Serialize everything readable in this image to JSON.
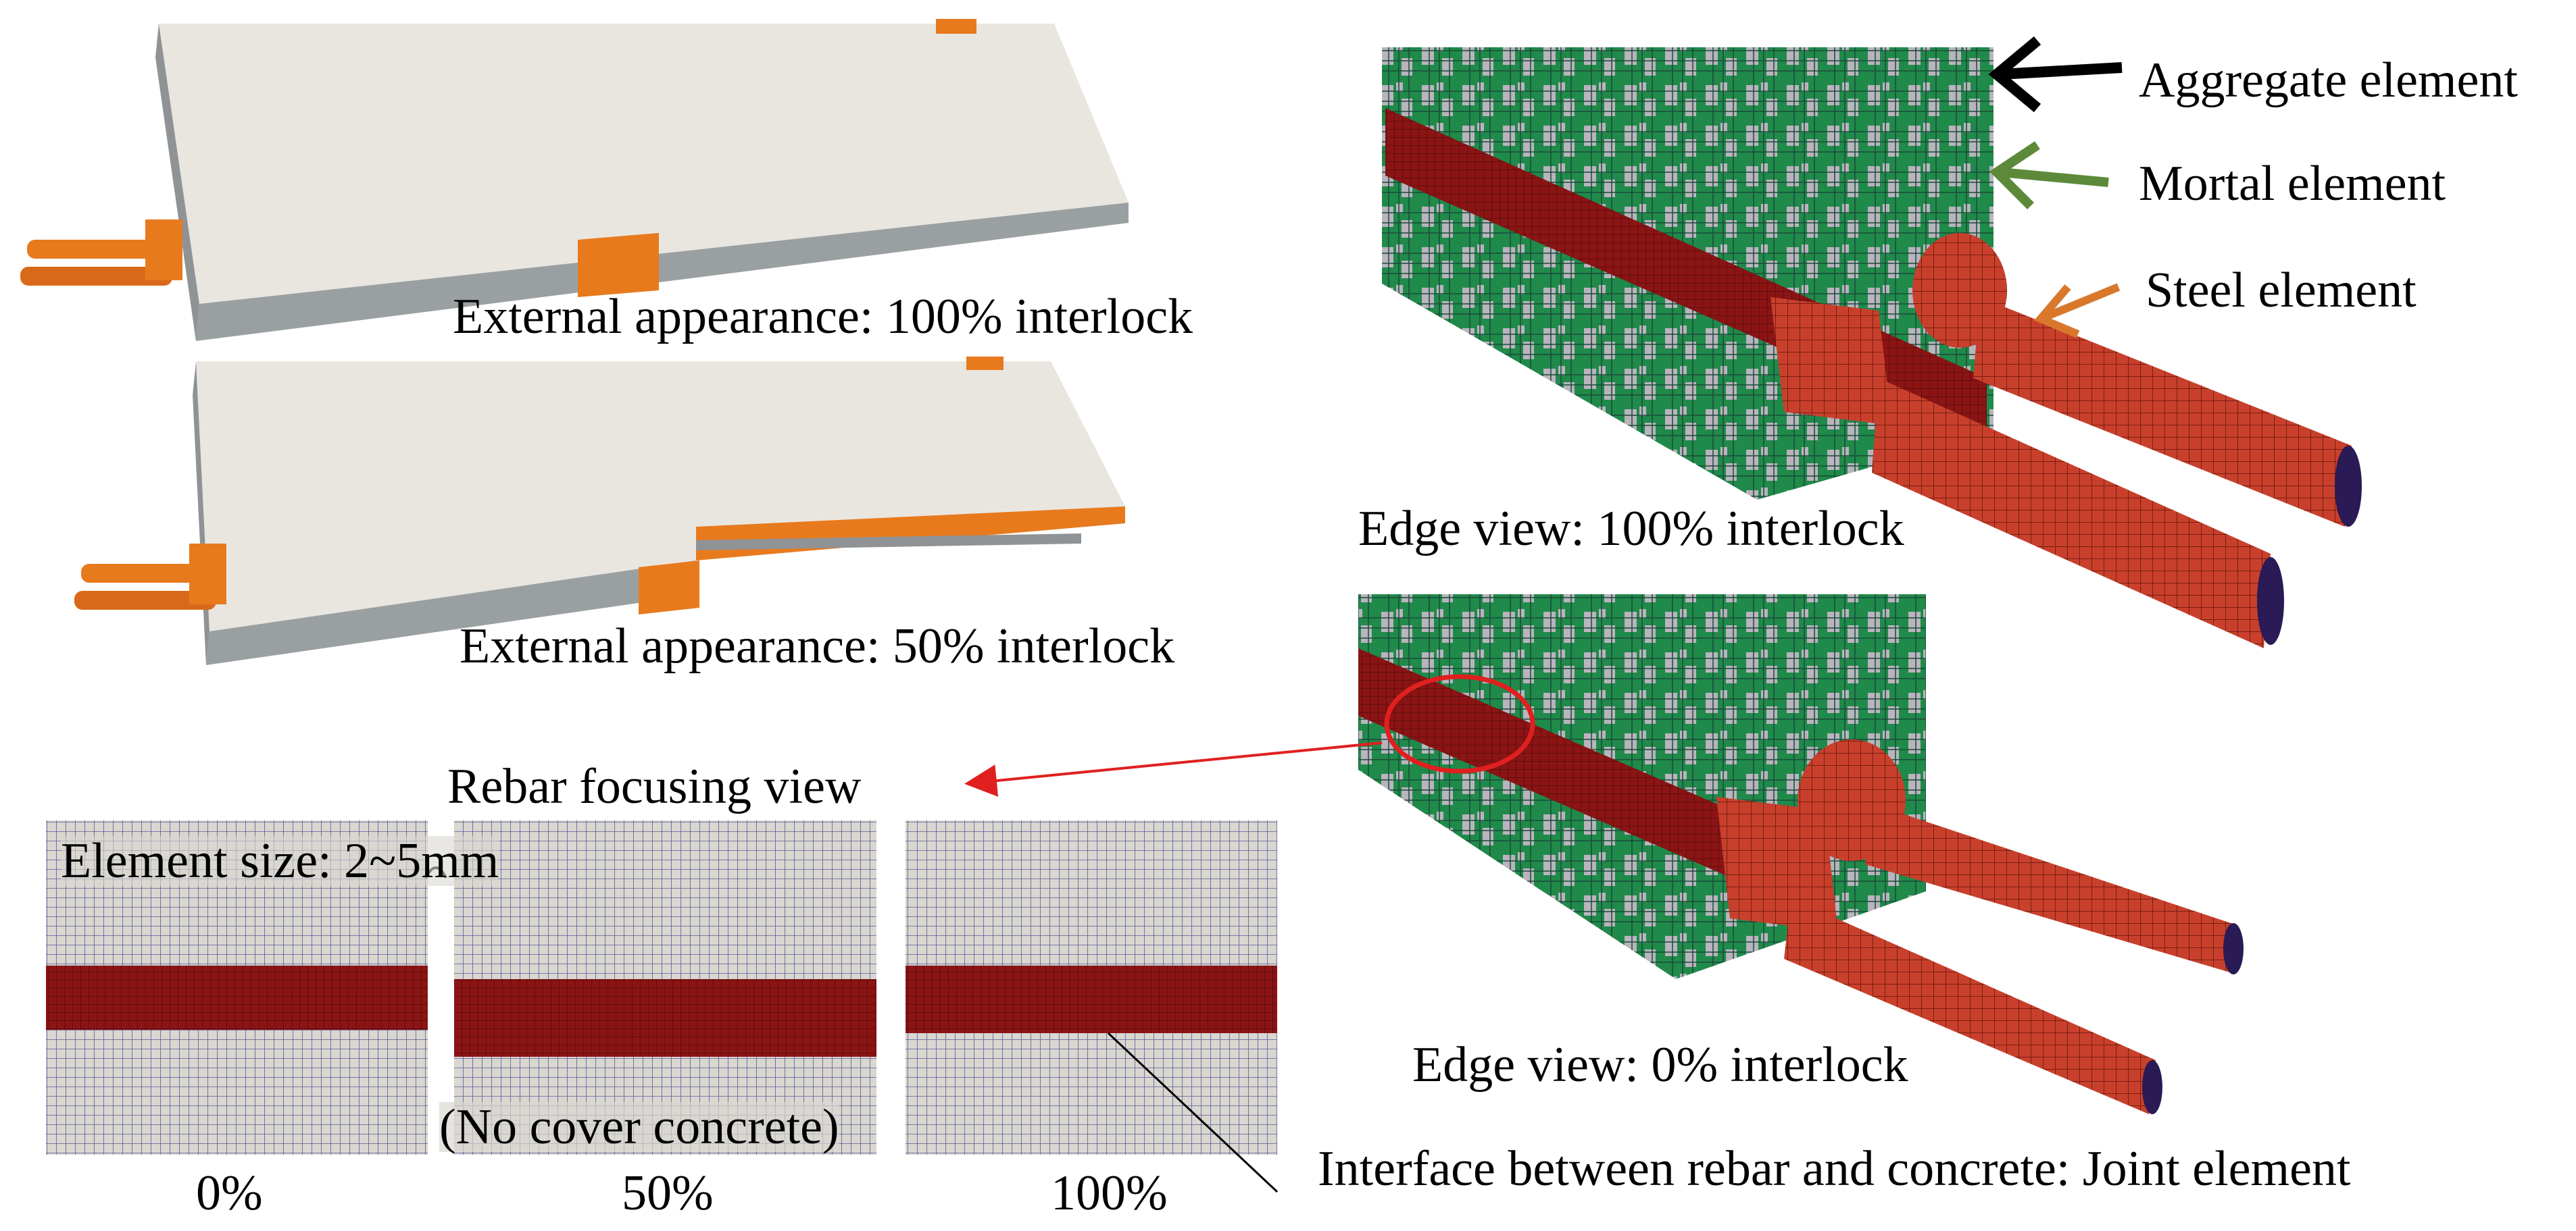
{
  "labels": {
    "ext100": "External appearance:  100% interlock",
    "ext50": "External appearance:  50% interlock",
    "edge100": "Edge view: 100% interlock",
    "edge0": "Edge view: 0% interlock",
    "aggregate": "Aggregate element",
    "mortal": "Mortal element",
    "steel": "Steel element",
    "rebar_focus": "Rebar focusing view",
    "element_size": "Element size: 2~5mm",
    "no_cover": "(No cover concrete)",
    "pct0": "0%",
    "pct50": "50%",
    "pct100": "100%",
    "interface": "Interface between rebar and concrete: Joint element"
  },
  "colors": {
    "concrete_face": "#e9e6df",
    "concrete_side": "#8f9396",
    "rebar_orange": "#e87a1e",
    "steel_red": "#c8402c",
    "mortar_green": "#1f8a4a",
    "aggregate_grey": "#b9b4bd",
    "mesh_rebar": "#8b1414",
    "mesh_bg": "#d9d7d0",
    "arrow_black": "#000000",
    "arrow_green": "#5c8a3a",
    "arrow_orange": "#d9782b",
    "arrow_red": "#e02020"
  }
}
